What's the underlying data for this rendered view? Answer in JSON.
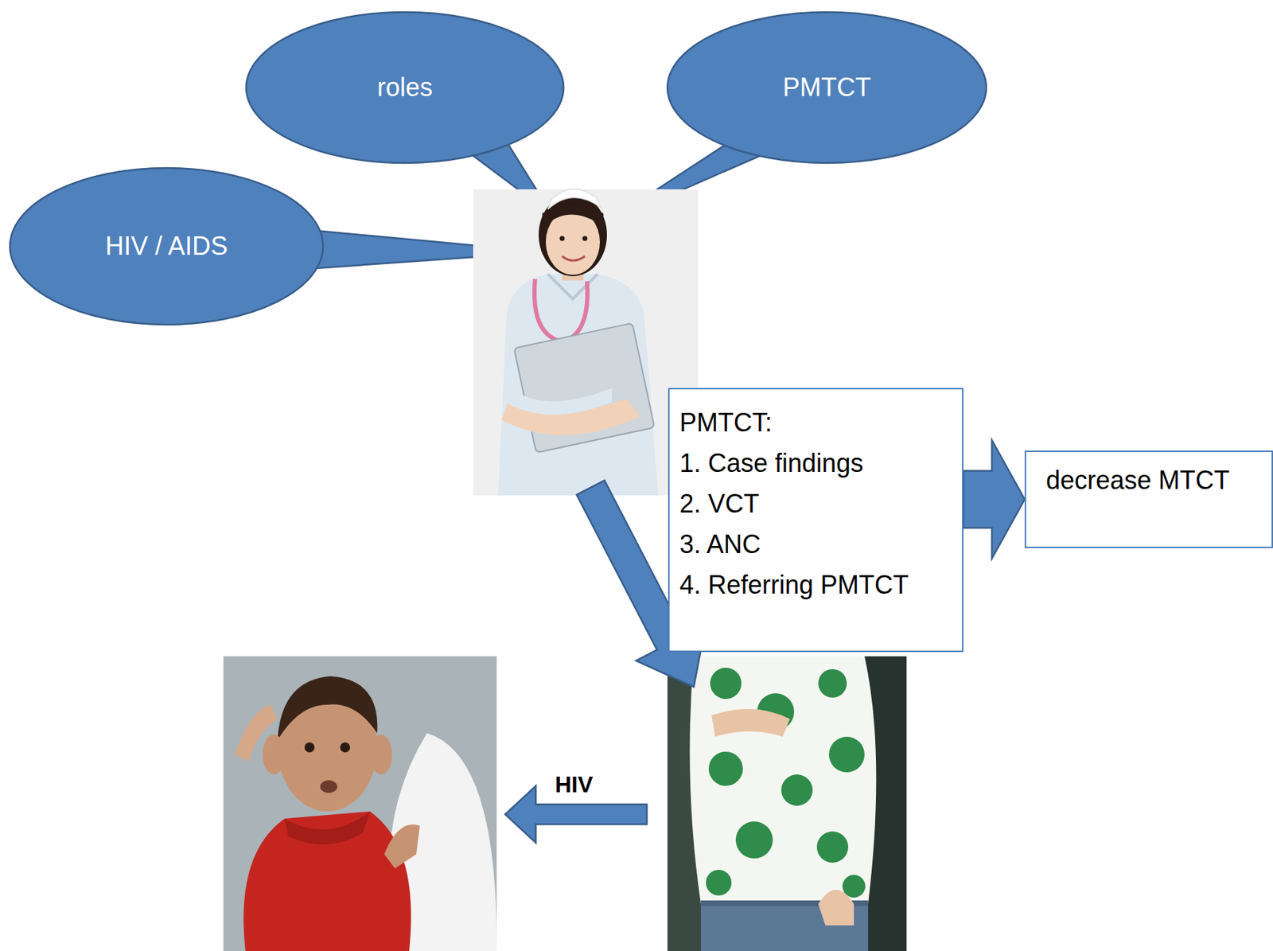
{
  "diagram": {
    "nodes": [
      {
        "text": [
          "roles"
        ]
      },
      {
        "text": [
          "PMTCT"
        ]
      },
      {
        "text": [
          "HIV / AIDS"
        ]
      },
      {
        "text": [
          "PMTCT:",
          "1. Case findings",
          "2. VCT",
          "3. ANC",
          "4. Referring PMTCT"
        ]
      },
      {
        "text": [
          "decrease MTCT"
        ]
      }
    ],
    "edges": [
      {
        "from": 3,
        "to": 4,
        "arrow": "to"
      }
    ],
    "labels": [
      "HIV"
    ]
  }
}
